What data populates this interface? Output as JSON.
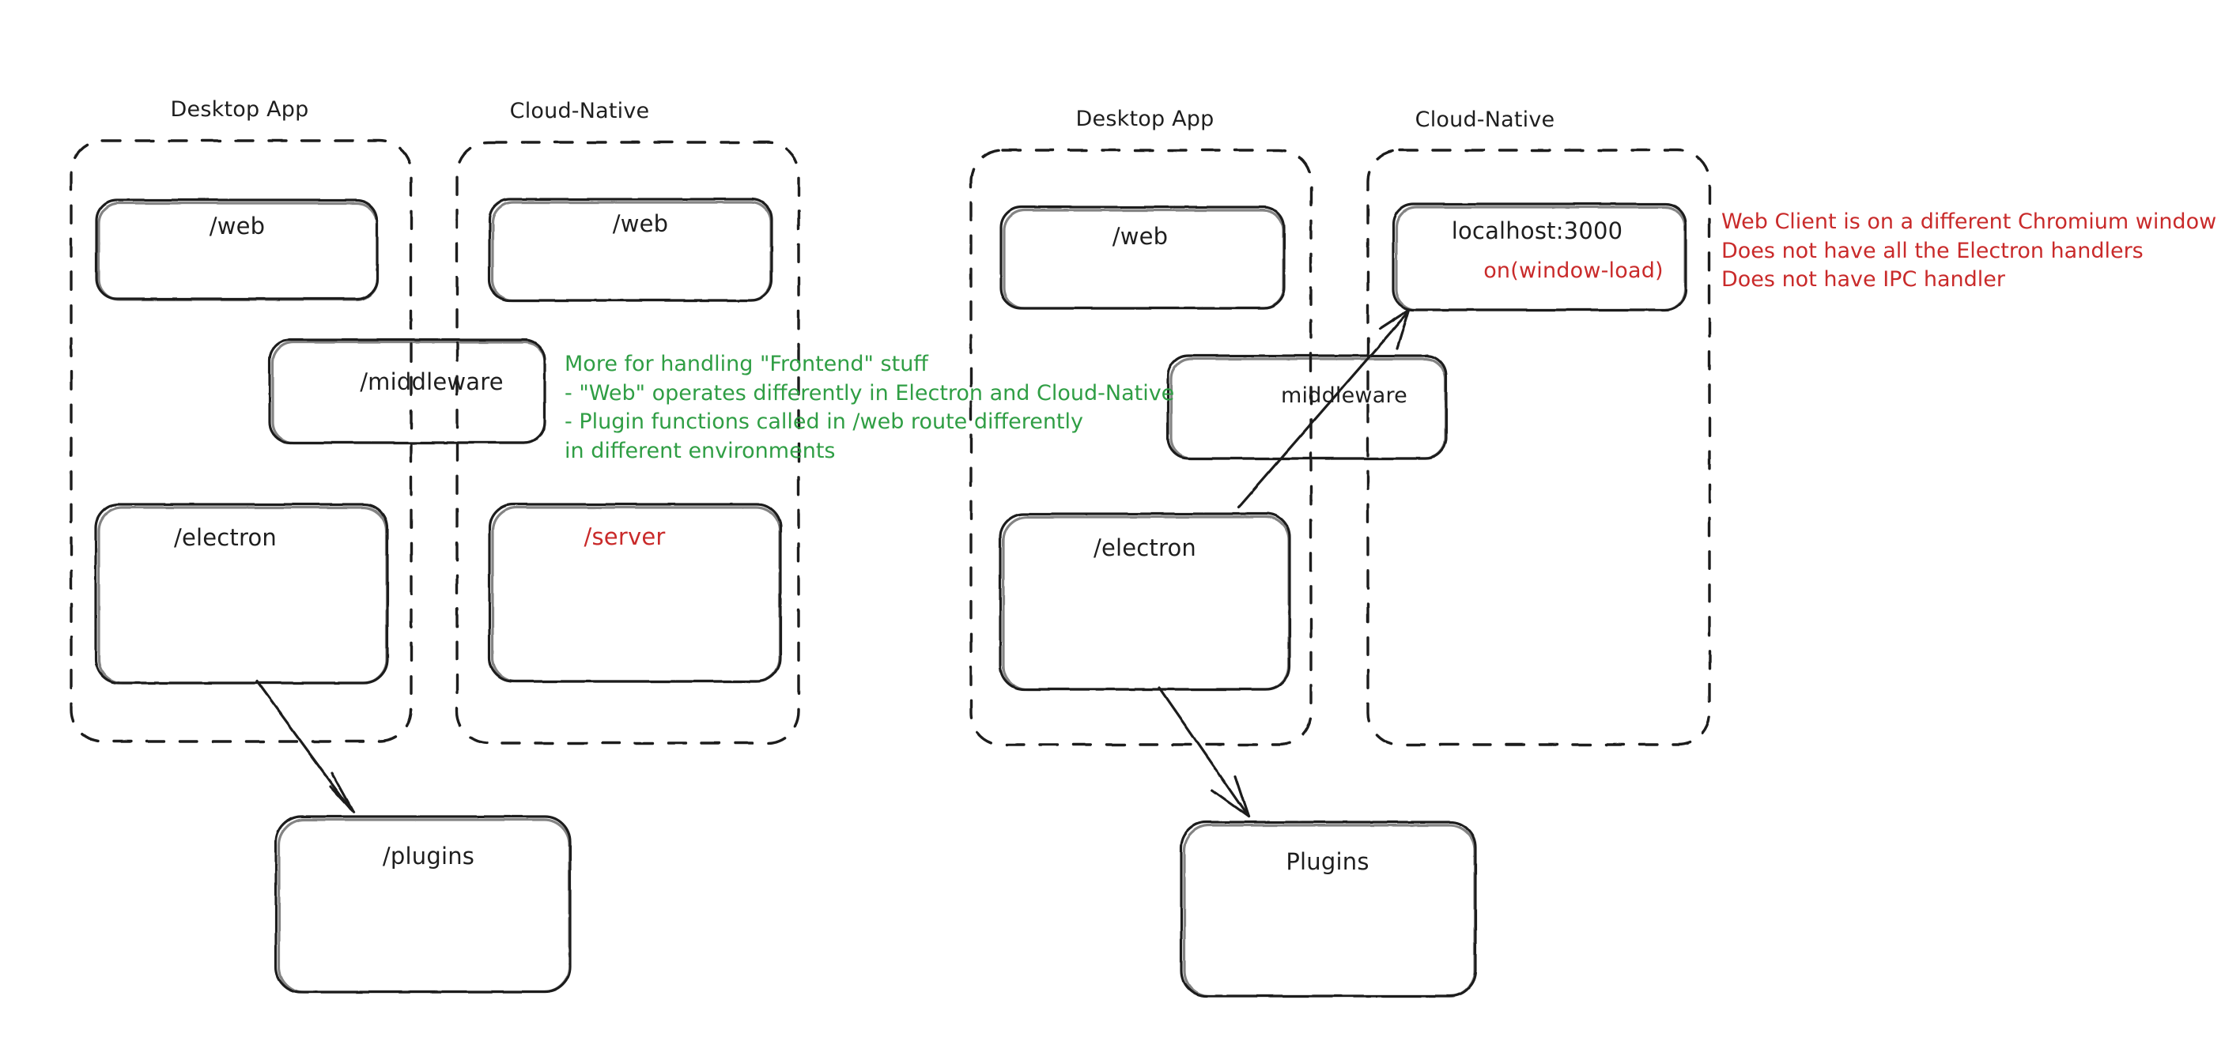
{
  "diagram": {
    "title": "Electron vs Cloud-Native architecture sketch",
    "style": "hand-drawn",
    "background": "#ffffff",
    "colors": {
      "stroke": "#1e1e1e",
      "green_note": "#2f9e44",
      "red_note": "#c92a2a"
    }
  },
  "left_group": {
    "clusters": [
      {
        "id": "left-desktop",
        "title": "Desktop App"
      },
      {
        "id": "left-cloud",
        "title": "Cloud-Native"
      }
    ],
    "nodes": [
      {
        "id": "left-desktop-web",
        "label": "/web",
        "color": "#1e1e1e"
      },
      {
        "id": "left-cloud-web",
        "label": "/web",
        "color": "#1e1e1e"
      },
      {
        "id": "left-middleware",
        "label": "/middleware",
        "color": "#1e1e1e"
      },
      {
        "id": "left-electron",
        "label": "/electron",
        "color": "#1e1e1e"
      },
      {
        "id": "left-server",
        "label": "/server",
        "color": "#c92a2a"
      },
      {
        "id": "left-plugins",
        "label": "/plugins",
        "color": "#1e1e1e"
      }
    ],
    "edges": [
      {
        "from": "left-electron",
        "to": "left-plugins",
        "arrow": true
      }
    ]
  },
  "right_group": {
    "clusters": [
      {
        "id": "right-desktop",
        "title": "Desktop App"
      },
      {
        "id": "right-cloud",
        "title": "Cloud-Native"
      }
    ],
    "nodes": [
      {
        "id": "right-desktop-web",
        "label": "/web",
        "color": "#1e1e1e"
      },
      {
        "id": "right-localhost",
        "label": "localhost:3000",
        "sublabel": "on(window-load)",
        "color": "#1e1e1e",
        "sublabel_color": "#c92a2a"
      },
      {
        "id": "right-middleware",
        "label": "middleware",
        "color": "#1e1e1e"
      },
      {
        "id": "right-electron",
        "label": "/electron",
        "color": "#1e1e1e"
      },
      {
        "id": "right-plugins",
        "label": "Plugins",
        "color": "#1e1e1e"
      }
    ],
    "edges": [
      {
        "from": "right-electron",
        "to": "right-localhost",
        "arrow": true
      },
      {
        "from": "right-electron",
        "to": "right-plugins",
        "arrow": true
      }
    ]
  },
  "annotations": {
    "green_note": "More for handling \"Frontend\" stuff\n- \"Web\" operates differently in Electron and Cloud-Native\n- Plugin functions called in /web route differently\nin different environments",
    "red_note": "Web Client is on a different Chromium window\nDoes not have all the Electron handlers\nDoes not have IPC handler"
  }
}
